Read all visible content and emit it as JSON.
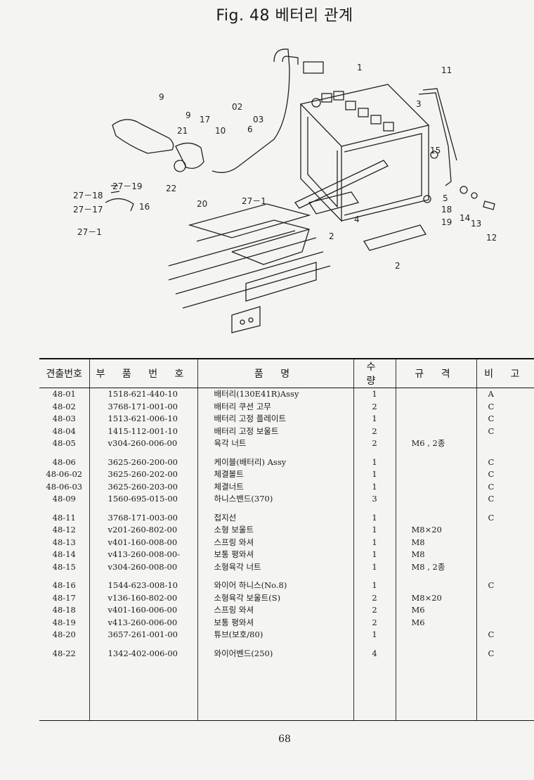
{
  "title": "Fig. 48   베터리 관계",
  "diagram_labels": [
    "9",
    "9",
    "21",
    "17",
    "10",
    "02",
    "03",
    "6",
    "1",
    "11",
    "3",
    "15",
    "5",
    "18",
    "19",
    "14",
    "13",
    "12",
    "4",
    "2",
    "2",
    "22",
    "20",
    "27－19",
    "27－18",
    "27－17",
    "16",
    "27－1",
    "27－1"
  ],
  "table": {
    "headers": [
      "견출번호",
      "부 품 번 호",
      "품     명",
      "수 량",
      "규 격",
      "비 고"
    ],
    "rows": [
      {
        "no": "48-01",
        "pn": "1518-621-440-10",
        "name": "배터리(130E41R)Assy",
        "qty": "1",
        "spec": "",
        "note": "A",
        "gap": false
      },
      {
        "no": "48-02",
        "pn": "3768-171-001-00",
        "name": "배터리 쿠션 고무",
        "qty": "2",
        "spec": "",
        "note": "C",
        "gap": false
      },
      {
        "no": "48-03",
        "pn": "1513-621-006-10",
        "name": "배터리 고정 플레이트",
        "qty": "1",
        "spec": "",
        "note": "C",
        "gap": false
      },
      {
        "no": "48-04",
        "pn": "1415-112-001-10",
        "name": "배터리 고정 보울트",
        "qty": "2",
        "spec": "",
        "note": "C",
        "gap": false
      },
      {
        "no": "48-05",
        "pn": "v304-260-006-00",
        "name": "육각 너트",
        "qty": "2",
        "spec": "M6 , 2종",
        "note": "",
        "gap": false
      },
      {
        "no": "48-06",
        "pn": "3625-260-200-00",
        "name": "케이블(배터리) Assy",
        "qty": "1",
        "spec": "",
        "note": "C",
        "gap": true
      },
      {
        "no": "48-06-02",
        "pn": "3625-260-202-00",
        "name": "체결볼트",
        "qty": "1",
        "spec": "",
        "note": "C",
        "gap": false
      },
      {
        "no": "48-06-03",
        "pn": "3625-260-203-00",
        "name": "체결너트",
        "qty": "1",
        "spec": "",
        "note": "C",
        "gap": false
      },
      {
        "no": "48-09",
        "pn": "1560-695-015-00",
        "name": "하니스밴드(370)",
        "qty": "3",
        "spec": "",
        "note": "C",
        "gap": false
      },
      {
        "no": "48-11",
        "pn": "3768-171-003-00",
        "name": "접지선",
        "qty": "1",
        "spec": "",
        "note": "C",
        "gap": true
      },
      {
        "no": "48-12",
        "pn": "v201-260-802-00",
        "name": "소형 보울트",
        "qty": "1",
        "spec": "M8×20",
        "note": "",
        "gap": false
      },
      {
        "no": "48-13",
        "pn": "v401-160-008-00",
        "name": "스프링 와셔",
        "qty": "1",
        "spec": "M8",
        "note": "",
        "gap": false
      },
      {
        "no": "48-14",
        "pn": "v413-260-008-00-",
        "name": "보통 평와셔",
        "qty": "1",
        "spec": "M8",
        "note": "",
        "gap": false
      },
      {
        "no": "48-15",
        "pn": "v304-260-008-00",
        "name": "소형육각 너트",
        "qty": "1",
        "spec": "M8 , 2종",
        "note": "",
        "gap": false
      },
      {
        "no": "48-16",
        "pn": "1544-623-008-10",
        "name": "와이어 하니스(No.8)",
        "qty": "1",
        "spec": "",
        "note": "C",
        "gap": true
      },
      {
        "no": "48-17",
        "pn": "v136-160-802-00",
        "name": "소형육각 보울트(S)",
        "qty": "2",
        "spec": "M8×20",
        "note": "",
        "gap": false
      },
      {
        "no": "48-18",
        "pn": "v401-160-006-00",
        "name": "스프링 와셔",
        "qty": "2",
        "spec": "M6",
        "note": "",
        "gap": false
      },
      {
        "no": "48-19",
        "pn": "v413-260-006-00",
        "name": "보통 평와셔",
        "qty": "2",
        "spec": "M6",
        "note": "",
        "gap": false
      },
      {
        "no": "48-20",
        "pn": "3657-261-001-00",
        "name": "튜브(보호/80)",
        "qty": "1",
        "spec": "",
        "note": "C",
        "gap": false
      },
      {
        "no": "48-22",
        "pn": "1342-402-006-00",
        "name": "와이어벤드(250)",
        "qty": "4",
        "spec": "",
        "note": "C",
        "gap": true
      }
    ]
  },
  "page_number": "68"
}
